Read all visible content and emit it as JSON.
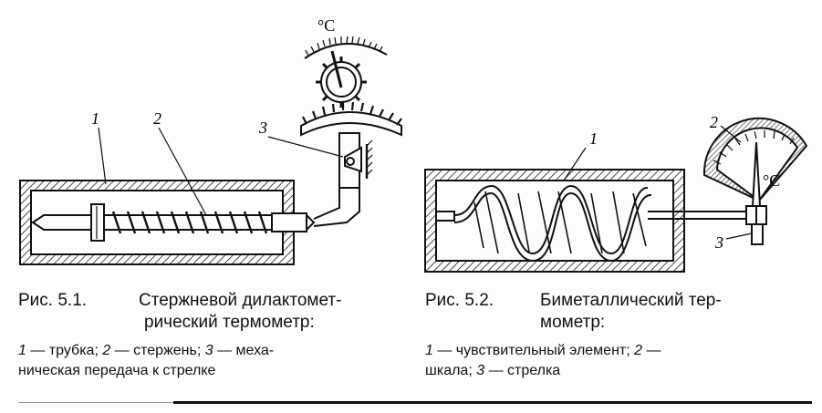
{
  "fig1": {
    "callouts": [
      "1",
      "2",
      "3"
    ],
    "unit": "°C",
    "caption_number": "Рис. 5.1.",
    "caption_title_line1": "Стержневой дилактомет-",
    "caption_title_line2": "рический термометр:",
    "legend": [
      {
        "num": "1",
        "text": " — трубка; "
      },
      {
        "num": "2",
        "text": " — стержень; "
      },
      {
        "num": "3",
        "text": " — меха-"
      }
    ],
    "legend_line2": "ническая передача к стрелке"
  },
  "fig2": {
    "callouts": [
      "1",
      "2",
      "3"
    ],
    "unit": "°C",
    "caption_number": "Рис. 5.2.",
    "caption_title_line1": "Биметаллический тер-",
    "caption_title_line2": "мометр:",
    "legend": [
      {
        "num": "1",
        "text": " — чувствительный элемент; "
      },
      {
        "num": "2",
        "text": " —"
      }
    ],
    "legend_line2_num1": "шкала; ",
    "legend_line2_num": "3",
    "legend_line2_text": " — стрелка"
  }
}
